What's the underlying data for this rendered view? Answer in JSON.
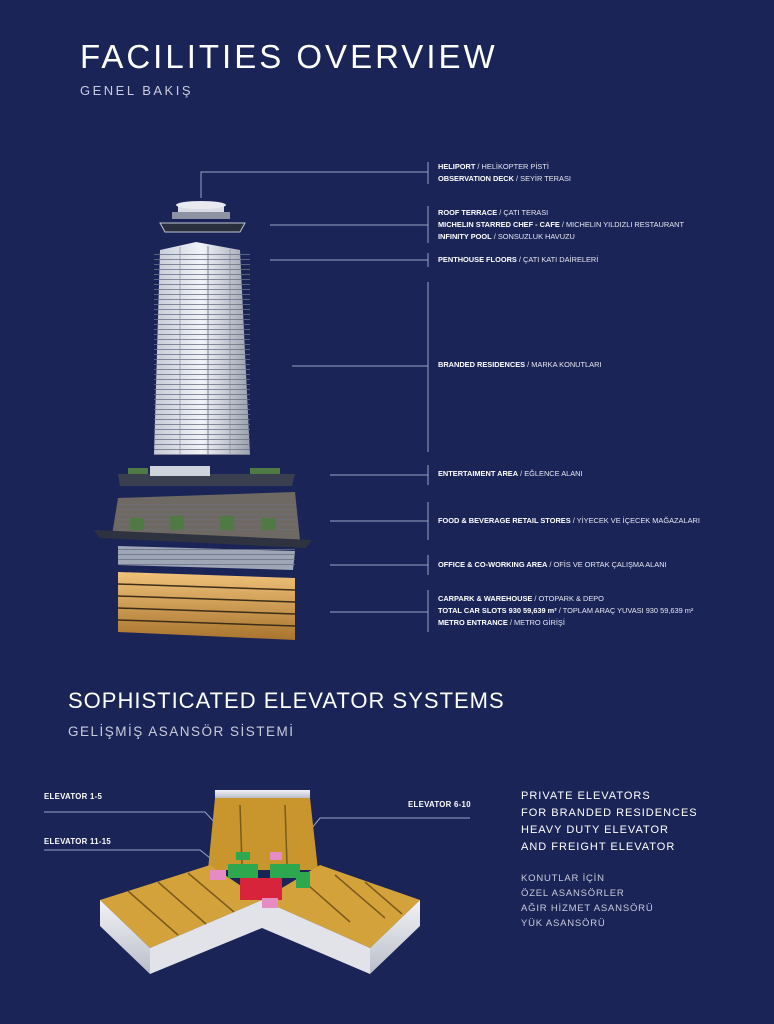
{
  "header": {
    "title": "FACILITIES OVERVIEW",
    "subtitle": "GENEL BAKIŞ"
  },
  "facilities": [
    {
      "lines": [
        {
          "en": "HELIPORT",
          "tr": "HELİKOPTER PİSTİ"
        },
        {
          "en": "OBSERVATION DECK",
          "tr": "SEYİR TERASI"
        }
      ]
    },
    {
      "lines": [
        {
          "en": "ROOF TERRACE",
          "tr": "ÇATI TERASI"
        },
        {
          "en": "MICHELIN STARRED CHEF - CAFE",
          "tr": "MICHELIN YILDIZLI RESTAURANT"
        },
        {
          "en": "INFINITY POOL",
          "tr": "SONSUZLUK HAVUZU"
        }
      ]
    },
    {
      "lines": [
        {
          "en": "PENTHOUSE FLOORS",
          "tr": "ÇATI KATI DAİRELERİ"
        }
      ]
    },
    {
      "lines": [
        {
          "en": "BRANDED RESIDENCES",
          "tr": "MARKA KONUTLARI"
        }
      ]
    },
    {
      "lines": [
        {
          "en": "ENTERTAIMENT AREA",
          "tr": "EĞLENCE ALANI"
        }
      ]
    },
    {
      "lines": [
        {
          "en": "FOOD & BEVERAGE RETAIL STORES",
          "tr": "YİYECEK VE İÇECEK MAĞAZALARI"
        }
      ]
    },
    {
      "lines": [
        {
          "en": "OFFICE & CO-WORKING AREA",
          "tr": "OFİS VE ORTAK ÇALIŞMA ALANI"
        }
      ]
    },
    {
      "lines": [
        {
          "en": "CARPARK & WAREHOUSE",
          "tr": "OTOPARK & DEPO"
        },
        {
          "en": "TOTAL CAR SLOTS 930 59,639 m²",
          "tr": "TOPLAM ARAÇ YUVASI 930 59,639 m²"
        },
        {
          "en": "METRO ENTRANCE",
          "tr": "METRO GİRİŞİ"
        }
      ]
    }
  ],
  "elevators_section": {
    "title": "SOPHISTICATED ELEVATOR SYSTEMS",
    "subtitle": "GELİŞMİŞ ASANSÖR SİSTEMİ",
    "labels": {
      "e1": "ELEVATOR 1-5",
      "e2": "ELEVATOR 6-10",
      "e3": "ELEVATOR 11-15"
    },
    "description_en": [
      "PRIVATE ELEVATORS",
      "FOR BRANDED RESIDENCES",
      "HEAVY DUTY ELEVATOR",
      "AND FREIGHT ELEVATOR"
    ],
    "description_tr": [
      "KONUTLAR İÇİN",
      "ÖZEL ASANSÖRLER",
      "AĞIR HİZMET ASANSÖRÜ",
      "YÜK ASANSÖRÜ"
    ]
  },
  "colors": {
    "background": "#1b2457",
    "leader_line": "#9aa3c4",
    "amber": "#d9a441",
    "elevator_red": "#d8243a",
    "elevator_green": "#2ea84f",
    "elevator_pink": "#e58cc2"
  }
}
